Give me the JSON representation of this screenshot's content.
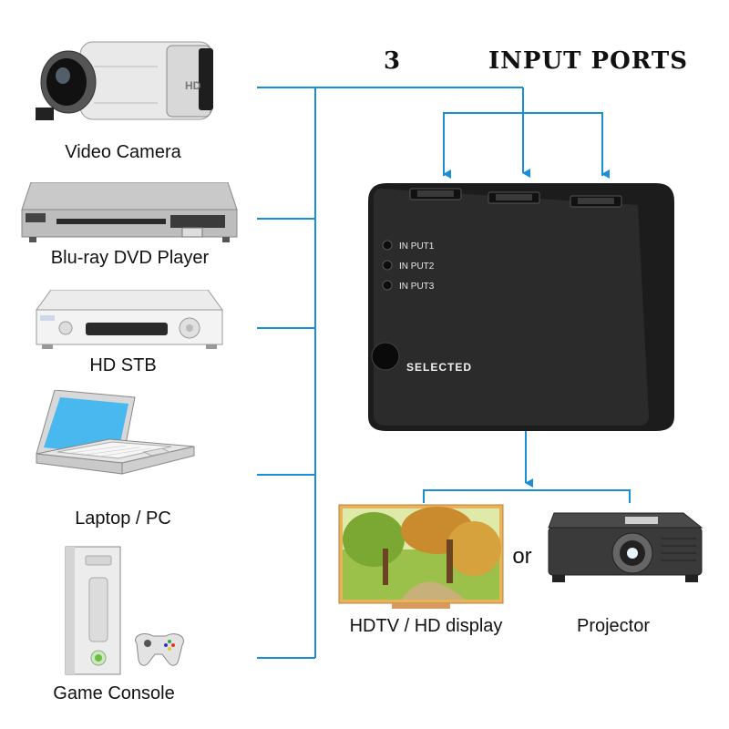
{
  "header": {
    "number": "3",
    "text": "INPUT PORTS"
  },
  "devices": [
    {
      "name": "Video Camera"
    },
    {
      "name": "Blu-ray DVD Player"
    },
    {
      "name": "HD STB"
    },
    {
      "name": "Laptop / PC"
    },
    {
      "name": "Game Console"
    }
  ],
  "switch_box": {
    "indicators": [
      "IN PUT1",
      "IN PUT2",
      "IN PUT3"
    ],
    "button_label": "SELECTED",
    "camera_badge": "HD"
  },
  "outputs": {
    "tv": "HDTV / HD display",
    "or": "or",
    "projector": "Projector"
  },
  "colors": {
    "connector": "#1b8fd6",
    "box": "#2b2b2b"
  }
}
